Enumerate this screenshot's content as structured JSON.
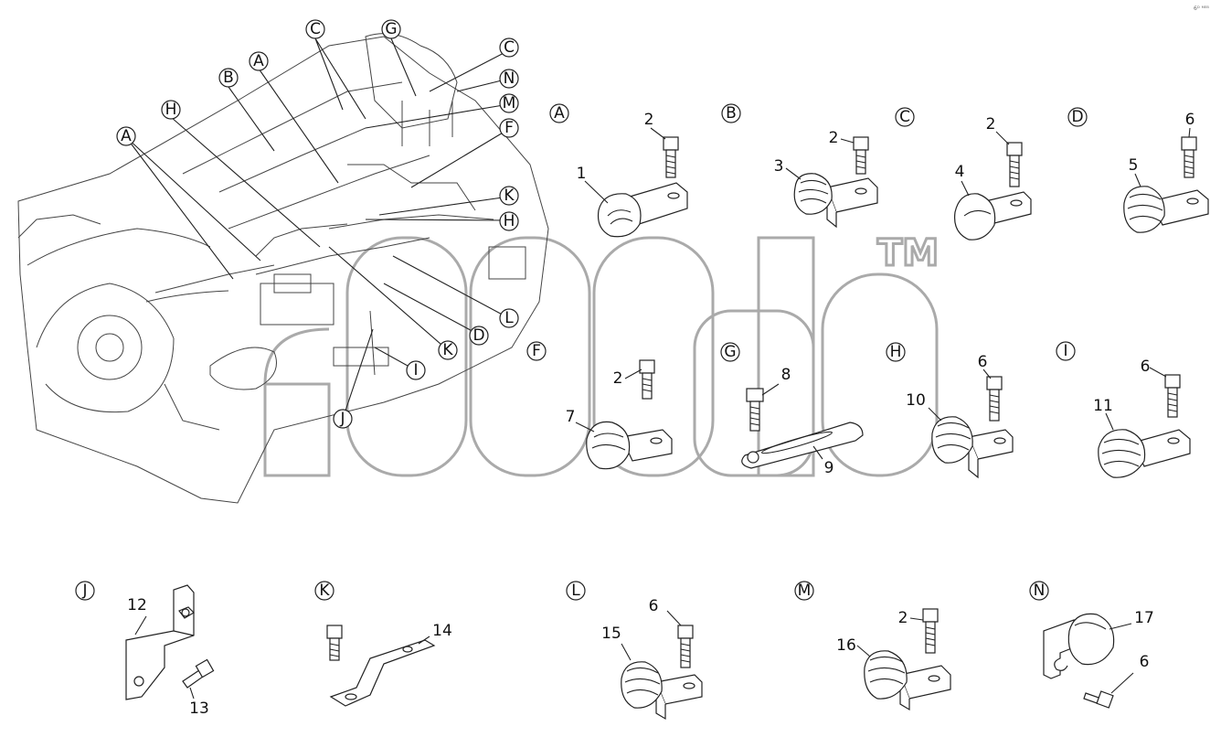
{
  "corner_mark": "6ᴰ ᴹᴱᴮ",
  "watermark": "TM",
  "engine_callouts": [
    "A",
    "B",
    "C",
    "G",
    "C",
    "N",
    "M",
    "F",
    "K",
    "H",
    "H",
    "A",
    "L",
    "D",
    "K",
    "F",
    "I",
    "J"
  ],
  "detail_views": [
    {
      "letter": "A",
      "parts": [
        "1",
        "2"
      ]
    },
    {
      "letter": "B",
      "parts": [
        "3",
        "2"
      ]
    },
    {
      "letter": "C",
      "parts": [
        "4",
        "2"
      ]
    },
    {
      "letter": "D",
      "parts": [
        "5",
        "6"
      ]
    },
    {
      "letter": "F",
      "parts": [
        "7",
        "2"
      ]
    },
    {
      "letter": "G",
      "parts": [
        "8",
        "9"
      ]
    },
    {
      "letter": "H",
      "parts": [
        "10",
        "6"
      ]
    },
    {
      "letter": "I",
      "parts": [
        "11",
        "6"
      ]
    },
    {
      "letter": "J",
      "parts": [
        "12",
        "13"
      ]
    },
    {
      "letter": "K",
      "parts": [
        "14"
      ]
    },
    {
      "letter": "L",
      "parts": [
        "15",
        "6"
      ]
    },
    {
      "letter": "M",
      "parts": [
        "16",
        "2"
      ]
    },
    {
      "letter": "N",
      "parts": [
        "17",
        "6"
      ]
    }
  ]
}
